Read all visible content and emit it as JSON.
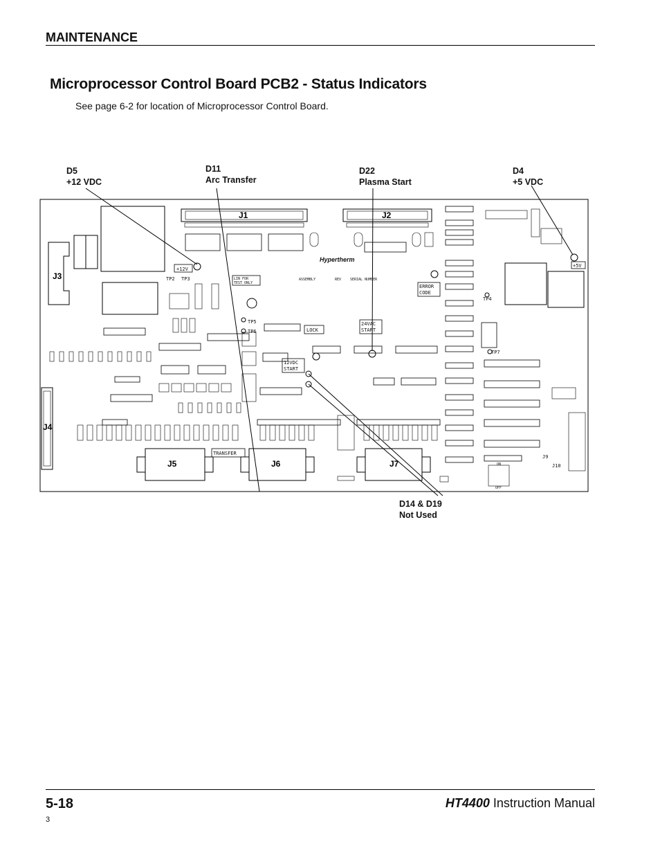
{
  "header": {
    "section": "MAINTENANCE"
  },
  "title": "Microprocessor Control Board PCB2 - Status Indicators",
  "subtitle": "See page 6-2 for location of Microprocessor Control Board.",
  "callouts": {
    "d5": {
      "id": "D5",
      "label": "+12 VDC"
    },
    "d11": {
      "id": "D11",
      "label": "Arc Transfer"
    },
    "d22": {
      "id": "D22",
      "label": "Plasma Start"
    },
    "d4": {
      "id": "D4",
      "label": "+5 VDC"
    },
    "d14": {
      "id": "D14 & D19",
      "label": "Not Used"
    }
  },
  "board": {
    "connectors": [
      "J1",
      "J2",
      "J3",
      "J4",
      "J5",
      "J6",
      "J7"
    ],
    "brand": "Hypertherm",
    "labels": {
      "plus12v": "+12V",
      "plus5v": "+5V",
      "error_code_1": "ERROR",
      "error_code_2": "CODE",
      "vac24_1": "24VAC",
      "vac24_2": "START",
      "vdc12_1": "12VDC",
      "vdc12_2": "START",
      "lock": "LOCK",
      "transfer": "TRANSFER",
      "testonly_1": "LIN FOR",
      "testonly_2": "TEST ONLY",
      "assembly": "ASSEMBLY",
      "rev": "REV",
      "serial": "SERIAL NUMBER",
      "on": "ON",
      "off": "OFF",
      "j9": "J9",
      "j10": "J10",
      "tp2": "TP2",
      "tp3": "TP3",
      "tp4": "TP4",
      "tp5": "TP5",
      "tp6": "TP6",
      "tp7": "TP7"
    }
  },
  "footer": {
    "page": "5-18",
    "manual_model": "HT4400",
    "manual_rest": " Instruction Manual",
    "revision": "3"
  }
}
